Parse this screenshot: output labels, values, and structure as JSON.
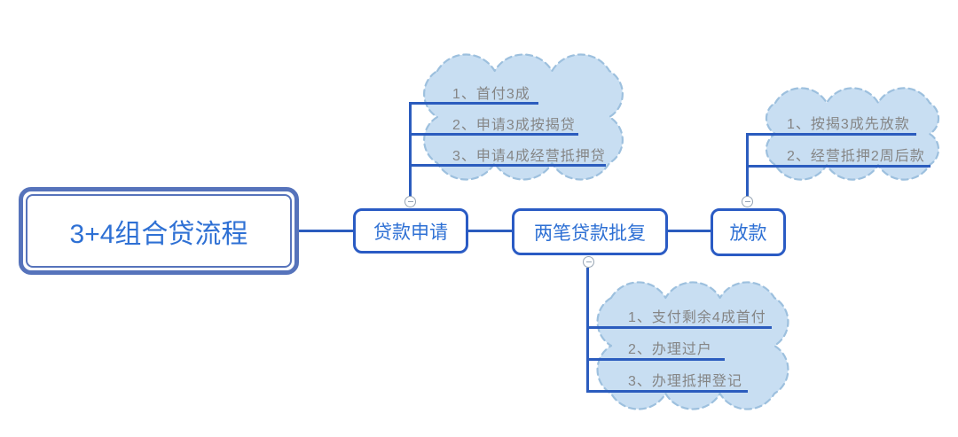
{
  "root": {
    "label": "3+4组合贷流程"
  },
  "topics": {
    "apply": {
      "label": "贷款申请"
    },
    "approval": {
      "label": "两笔贷款批复"
    },
    "disburse": {
      "label": "放款"
    }
  },
  "notes": {
    "apply": {
      "items": [
        "1、首付3成",
        "2、申请3成按揭贷",
        "3、申请4成经营抵押贷"
      ]
    },
    "disburse": {
      "items": [
        "1、按揭3成先放款",
        "2、经营抵押2周后款"
      ]
    },
    "approval": {
      "items": [
        "1、支付剩余4成首付",
        "2、办理过户",
        "3、办理抵押登记"
      ]
    }
  },
  "colors": {
    "node_border": "#2a5bc4",
    "node_text": "#2e70d4",
    "root_border": "#5673bb",
    "connector_line": "#2b5cbe",
    "cloud_fill": "#c8def2",
    "cloud_stroke": "#9dc0de",
    "note_text": "#858585",
    "toggle_border": "#97a5b4"
  }
}
